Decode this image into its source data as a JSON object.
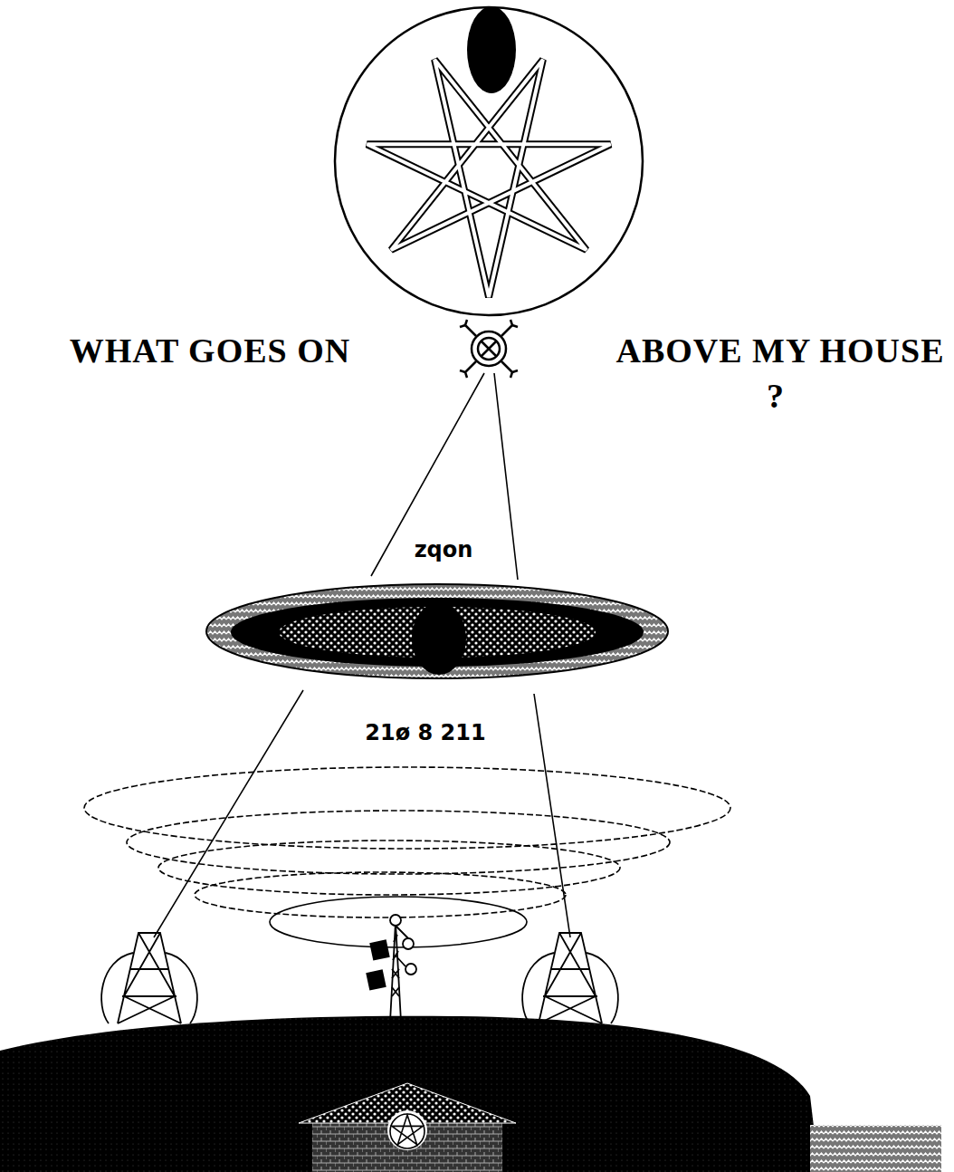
{
  "diagram": {
    "labels": [
      "WHAT GOES ON",
      "ABOVE MY HOUSE",
      "?",
      "zqon",
      "21ø 8 211"
    ]
  }
}
